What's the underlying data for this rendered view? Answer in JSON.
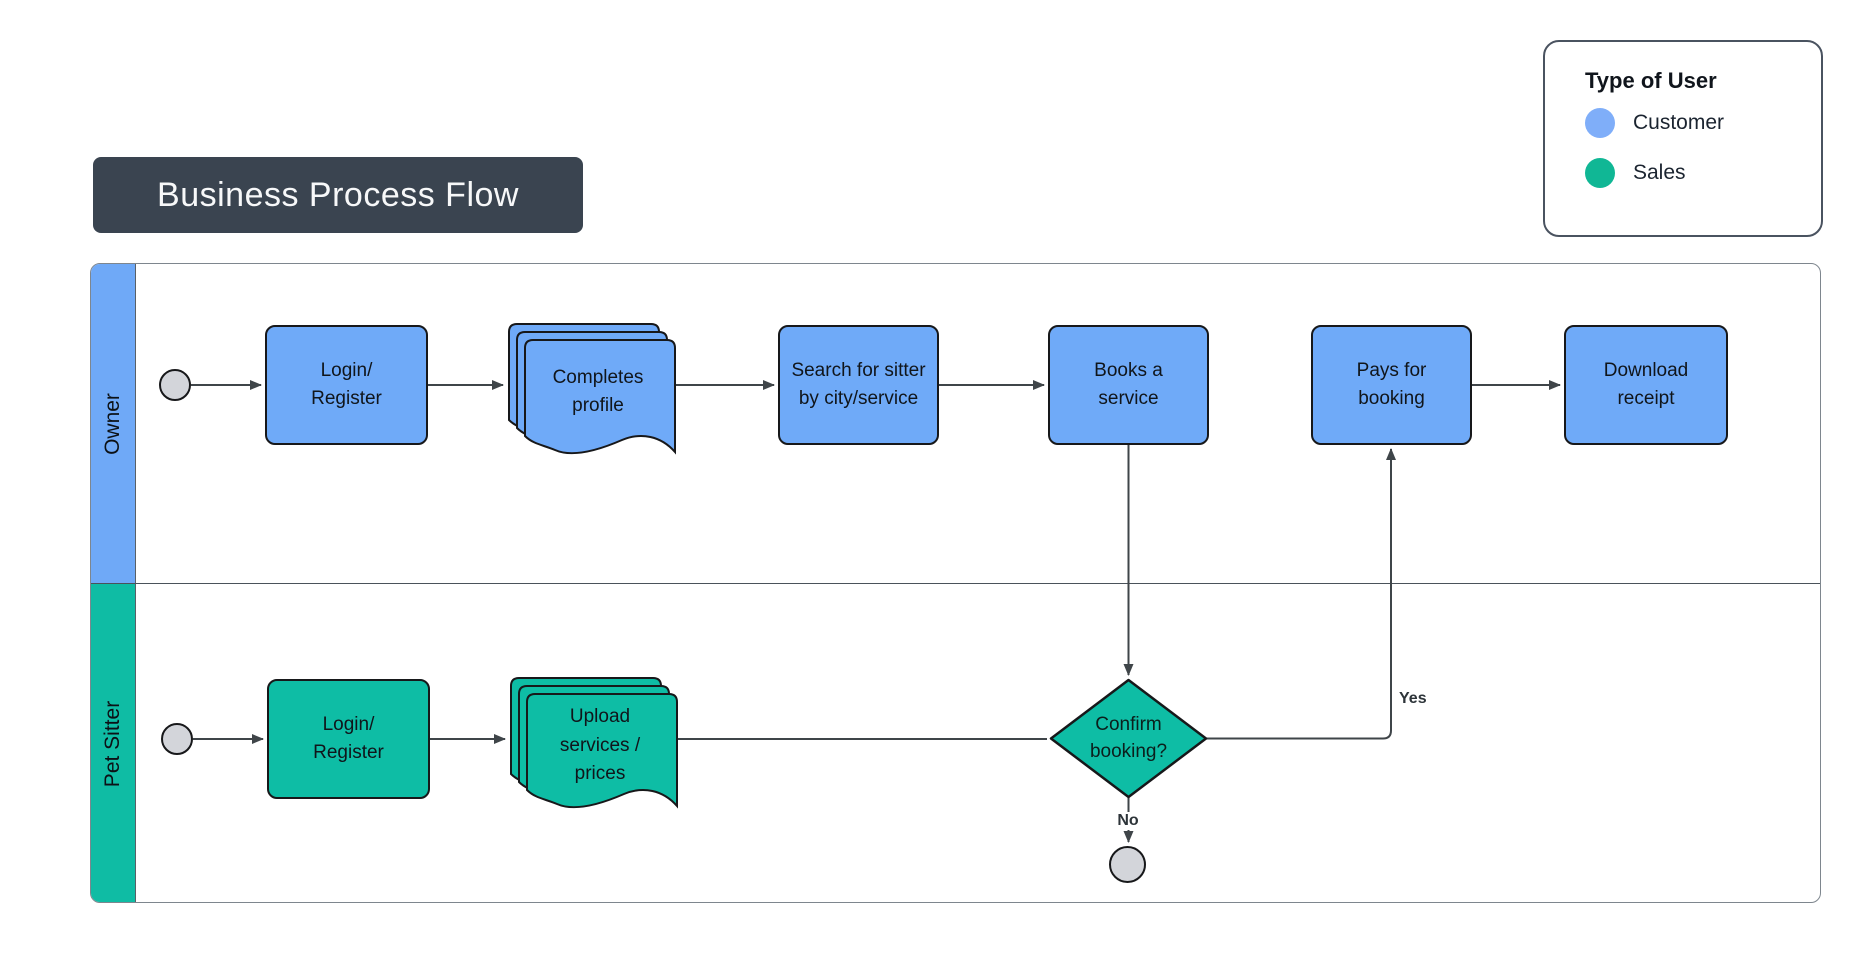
{
  "title": "Business Process Flow",
  "legend": {
    "title": "Type of User",
    "items": [
      {
        "label": "Customer",
        "color": "#7FAEF9"
      },
      {
        "label": "Sales",
        "color": "#10B795"
      }
    ]
  },
  "lanes": [
    {
      "label": "Owner",
      "color": "#6FA9F7"
    },
    {
      "label": "Pet Sitter",
      "color": "#0FBCA4"
    }
  ],
  "nodes": {
    "owner_login": "Login/\nRegister",
    "owner_profile": "Completes profile",
    "owner_search": "Search for sitter by city/service",
    "owner_books": "Books a service",
    "owner_pays": "Pays for booking",
    "owner_download": "Download receipt",
    "sitter_login": "Login/\nRegister",
    "sitter_upload": "Upload services / prices",
    "decision": "Confirm booking?"
  },
  "edges": {
    "yes": "Yes",
    "no": "No"
  },
  "palette": {
    "customer_fill": "#6FAAF8",
    "sales_fill": "#0EBDA5",
    "title_bar_bg": "#3A4450",
    "arrow": "#3F4549",
    "node_border": "#17181A",
    "start_end_fill": "#D3D5DA"
  }
}
